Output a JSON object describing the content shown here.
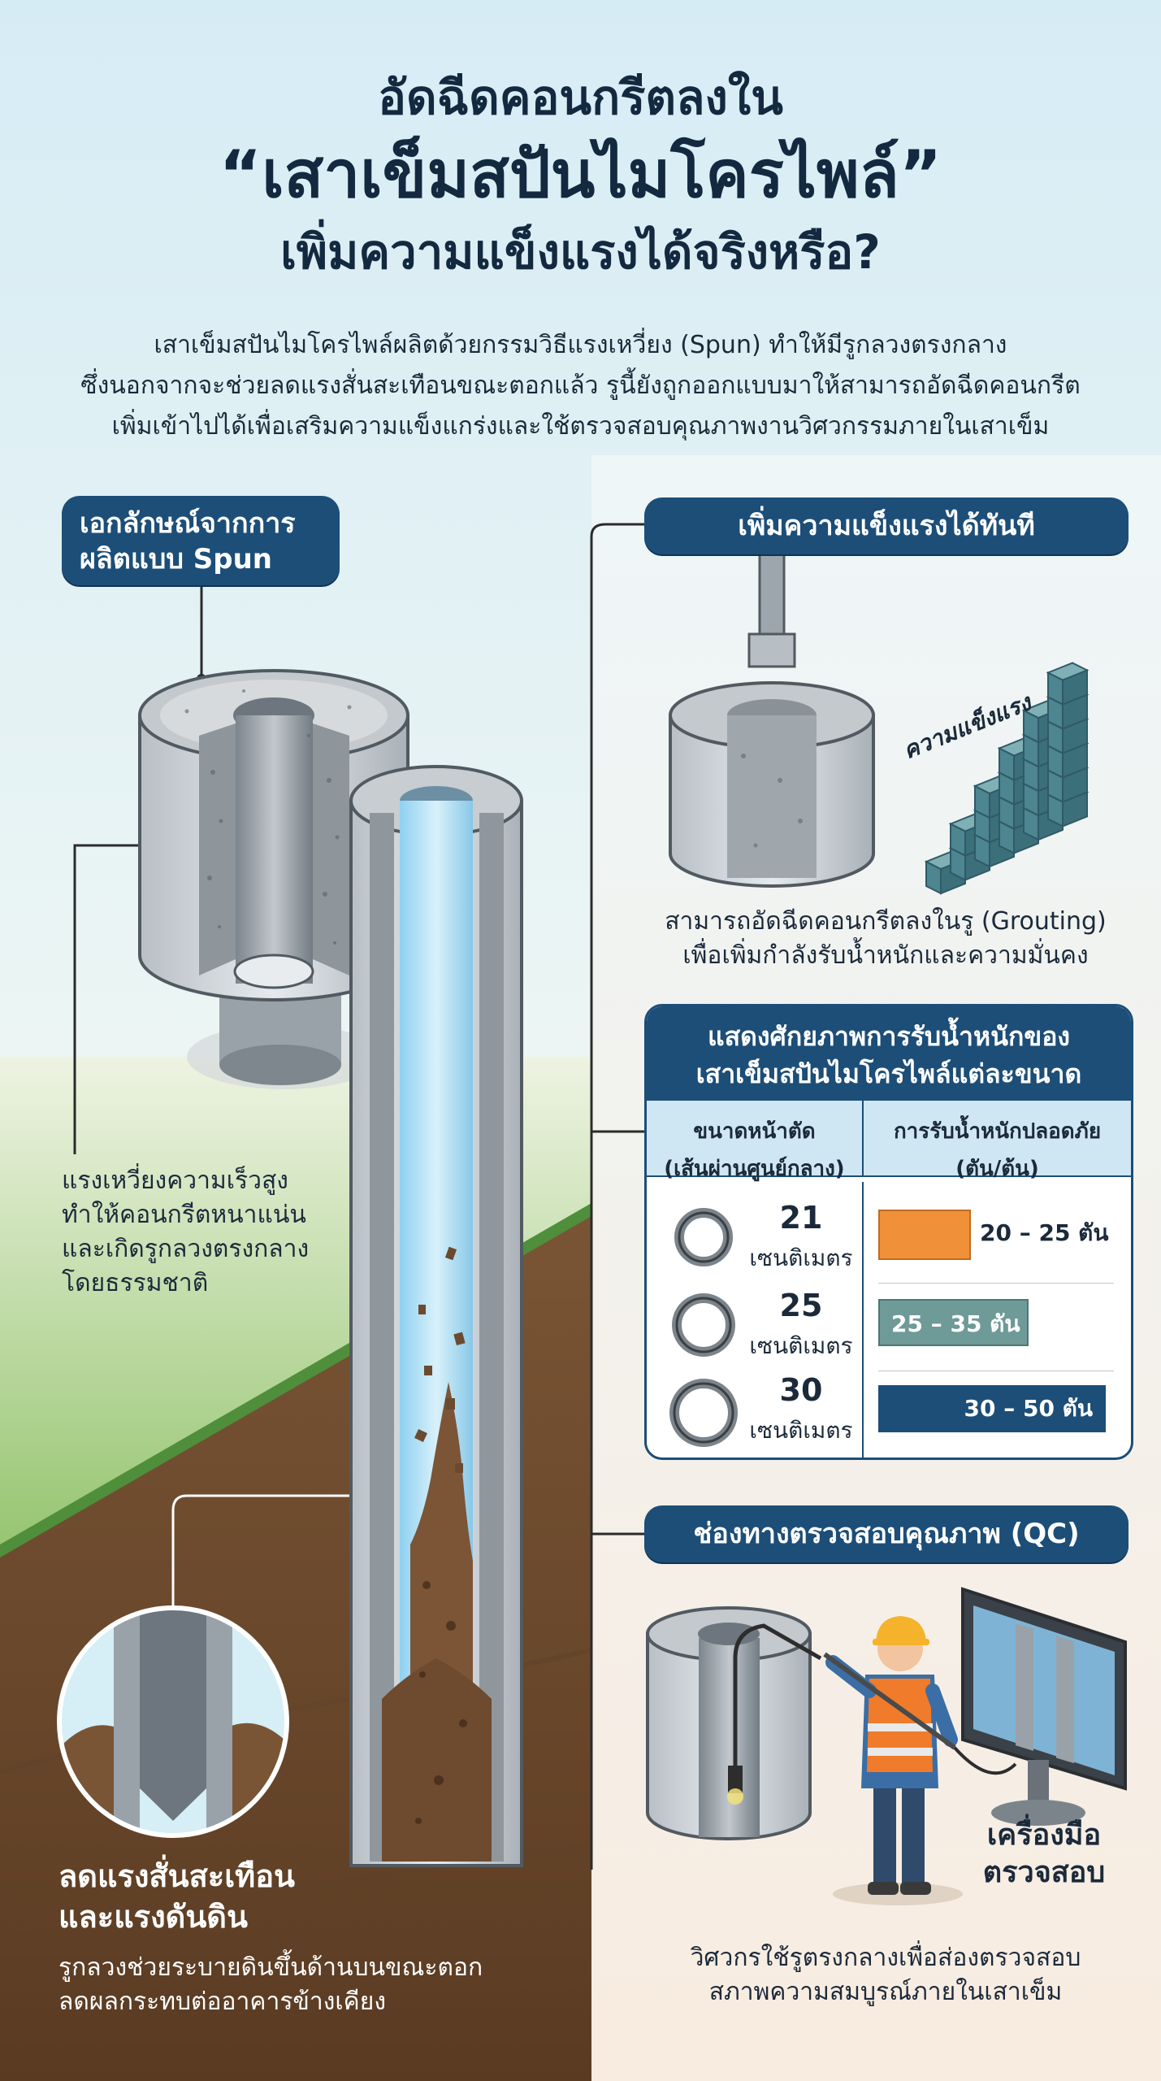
{
  "title": {
    "line1": "อัดฉีดคอนกรีตลงใน",
    "line2": "“เสาเข็มสปันไมโครไพล์”",
    "line3": "เพิ่มความแข็งแรงได้จริงหรือ?"
  },
  "intro": {
    "line1": "เสาเข็มสปันไมโครไพล์ผลิตด้วยกรรมวิธีแรงเหวี่ยง (Spun) ทำให้มีรูกลวงตรงกลาง",
    "line2": "ซึ่งนอกจากจะช่วยลดแรงสั่นสะเทือนขณะตอกแล้ว รูนี้ยังถูกออกแบบมาให้สามารถอัดฉีดคอนกรีต",
    "line3": "เพิ่มเข้าไปได้เพื่อเสริมความแข็งแกร่งและใช้ตรวจสอบคุณภาพงานวิศวกรรมภายในเสาเข็ม"
  },
  "spun_section": {
    "label_line1": "เอกลักษณ์จากการ",
    "label_line2": "ผลิตแบบ Spun",
    "caption_line1": "แรงเหวี่ยงความเร็วสูง",
    "caption_line2": "ทำให้คอนกรีตหนาแน่น",
    "caption_line3": "และเกิดรูกลวงตรงกลาง",
    "caption_line4": "โดยธรรมชาติ"
  },
  "strength_section": {
    "label": "เพิ่มความแข็งแรงได้ทันที",
    "stack_label": "ความแข็งแรง",
    "caption_line1": "สามารถอัดฉีดคอนกรีตลงในรู (Grouting)",
    "caption_line2": "เพื่อเพิ่มกำลังรับน้ำหนักและความมั่นคง"
  },
  "load_table": {
    "title_line1": "แสดงศักยภาพการรับน้ำหนักของ",
    "title_line2": "เสาเข็มสปันไมโครไพล์แต่ละขนาด",
    "col1_line1": "ขนาดหน้าตัด",
    "col1_line2": "(เส้นผ่านศูนย์กลาง)",
    "col2_line1": "การรับน้ำหนักปลอดภัย",
    "col2_line2": "(ตัน/ต้น)",
    "rows": [
      {
        "size": "21",
        "unit": "เซนติเมตร",
        "load": "20 – 25 ตัน",
        "load_max": 25,
        "color": "#f0913a"
      },
      {
        "size": "25",
        "unit": "เซนติเมตร",
        "load": "25 – 35 ตัน",
        "load_max": 35,
        "color": "#6e9a97"
      },
      {
        "size": "30",
        "unit": "เซนติเมตร",
        "load": "30 – 50 ตัน",
        "load_max": 50,
        "color": "#1c4e78"
      }
    ]
  },
  "qc_section": {
    "label": "ช่องทางตรวจสอบคุณภาพ (QC)",
    "tool_line1": "เครื่องมือ",
    "tool_line2": "ตรวจสอบ",
    "caption_line1": "วิศวกรใช้รูตรงกลางเพื่อส่องตรวจสอบ",
    "caption_line2": "สภาพความสมบูรณ์ภายในเสาเข็ม"
  },
  "vibration_section": {
    "heading_line1": "ลดแรงสั่นสะเทือน",
    "heading_line2": "และแรงดันดิน",
    "sub_line1": "รูกลวงช่วยระบายดินขึ้นด้านบนขณะตอก",
    "sub_line2": "ลดผลกระทบต่ออาคารข้างเคียง"
  },
  "colors": {
    "navy": "#1c4e78",
    "orange": "#f0913a",
    "teal": "#6e9a97",
    "soil": "#6b4a30",
    "grass": "#8cc063"
  }
}
